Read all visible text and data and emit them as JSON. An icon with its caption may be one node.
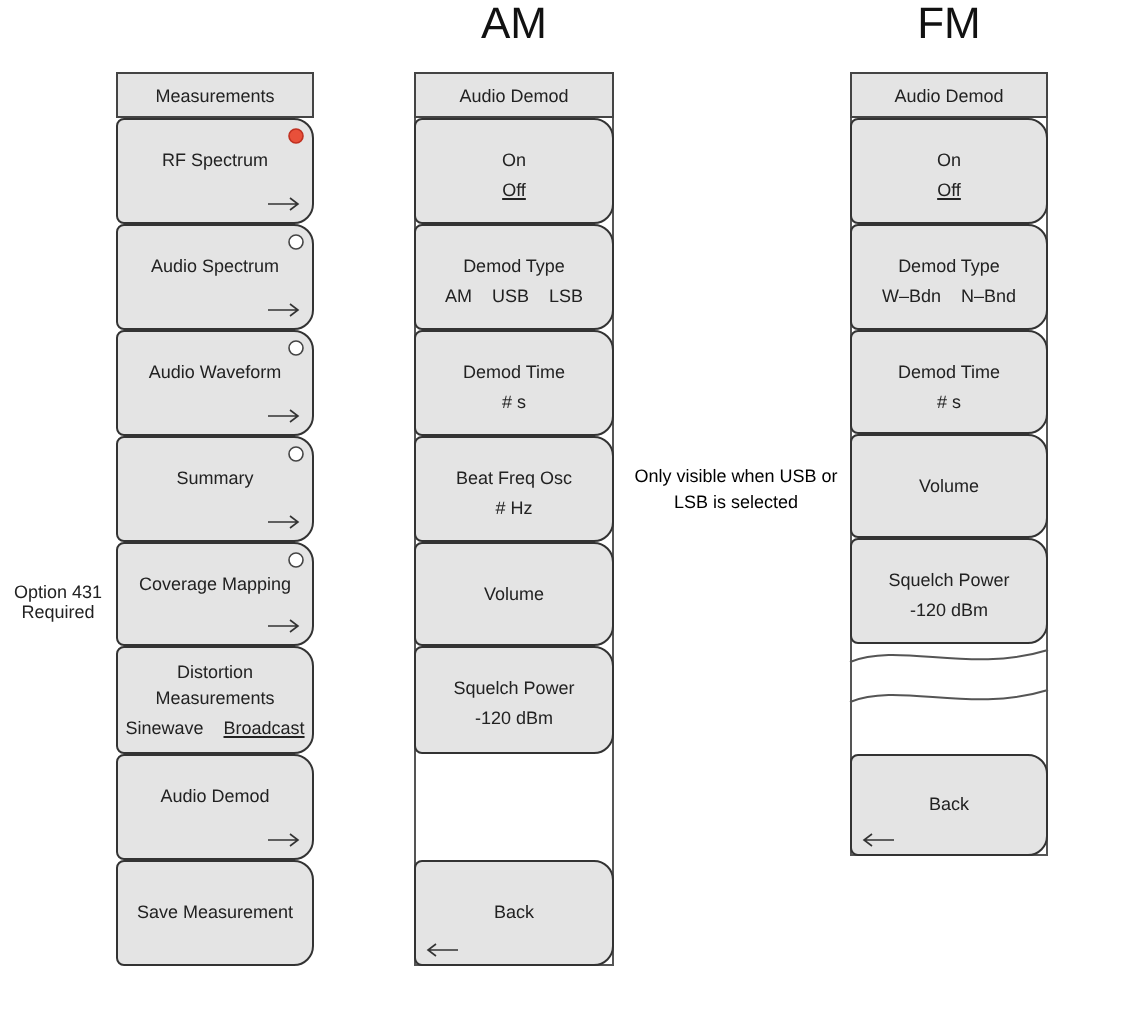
{
  "diagram": {
    "nodes": [
      {
        "text": [
          "Measurements"
        ]
      },
      {
        "text": [
          "RF Spectrum"
        ]
      },
      {
        "text": [
          "Audio Spectrum"
        ]
      },
      {
        "text": [
          "Audio Waveform"
        ]
      },
      {
        "text": [
          "Summary"
        ]
      },
      {
        "text": [
          "Coverage Mapping"
        ],
        "beside": [
          "Option 431 Required"
        ]
      },
      {
        "text": [
          "Distortion Measurements",
          "Sinewave",
          "Broadcast"
        ]
      },
      {
        "text": [
          "Audio Demod"
        ]
      },
      {
        "text": [
          "Save Measurement"
        ]
      },
      {
        "text": [
          "AM"
        ]
      },
      {
        "text": [
          "Audio Demod"
        ],
        "in": 9
      },
      {
        "text": [
          "On",
          "Off"
        ],
        "in": 9
      },
      {
        "text": [
          "Demod Type",
          "AM",
          "USB",
          "LSB"
        ],
        "in": 9
      },
      {
        "text": [
          "Demod Time",
          "# s"
        ],
        "in": 9
      },
      {
        "text": [
          "Beat Freq Osc",
          "# Hz"
        ],
        "in": 9
      },
      {
        "text": [
          "Volume"
        ],
        "in": 9
      },
      {
        "text": [
          "Squelch Power",
          "-120 dBm"
        ],
        "in": 9
      },
      {
        "text": [
          "Back"
        ],
        "in": 9
      },
      {
        "text": [
          "FM"
        ]
      },
      {
        "text": [
          "Audio Demod"
        ],
        "in": 18
      },
      {
        "text": [
          "On",
          "Off"
        ],
        "in": 18
      },
      {
        "text": [
          "Demod Type",
          "W–Bdn",
          "N–Bnd"
        ],
        "in": 18
      },
      {
        "text": [
          "Demod Time",
          "# s"
        ],
        "in": 18
      },
      {
        "text": [
          "Volume"
        ],
        "in": 18
      },
      {
        "text": [
          "Squelch Power",
          "-120 dBm"
        ],
        "in": 18
      },
      {
        "text": [
          "Back"
        ],
        "in": 18
      }
    ],
    "labels": [
      "Only visible when USB or LSB is selected"
    ]
  }
}
